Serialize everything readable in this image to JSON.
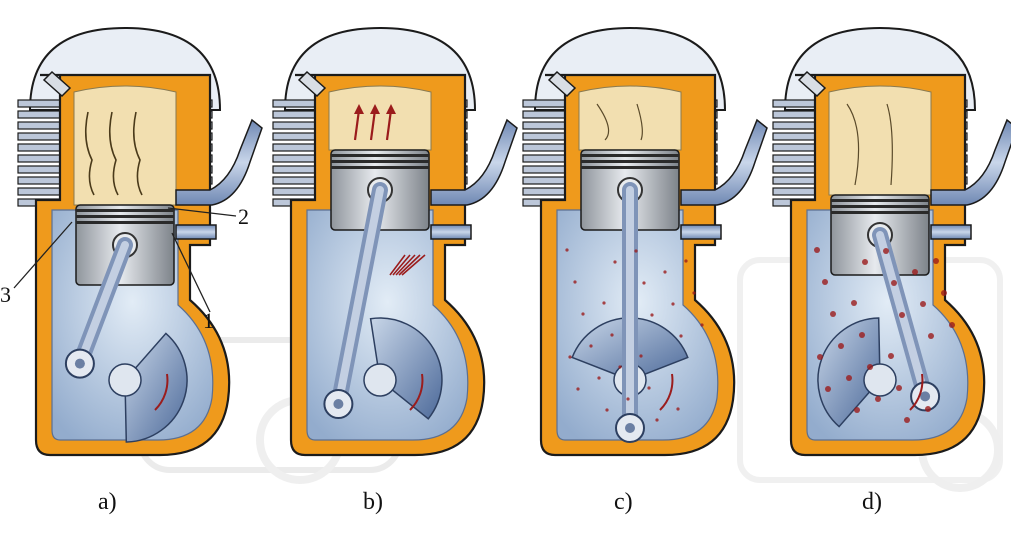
{
  "diagram": {
    "panel_labels": [
      "a)",
      "b)",
      "c)",
      "d)"
    ],
    "part_labels": [
      "1",
      "2",
      "3"
    ],
    "colors": {
      "casing": "#ef9a1c",
      "casing_outline": "#1b1b1b",
      "fins": "#bcc7d9",
      "crankcase": "#a9bfd8",
      "crankcase_light": "#d4e2f0",
      "combustion_gas": "#f2dfb0",
      "piston": "#b7bcc2",
      "piston_ring": "#2a2a2a",
      "flow_arrow": "#9b1c1c",
      "background_sketch": "#e6e6e6"
    },
    "icons": [
      "spark-plug-icon",
      "piston-icon",
      "connecting-rod-icon",
      "crank-weight-icon",
      "flow-arrow-icon",
      "exhaust-port-icon",
      "transfer-port-icon",
      "intake-port-icon"
    ]
  }
}
